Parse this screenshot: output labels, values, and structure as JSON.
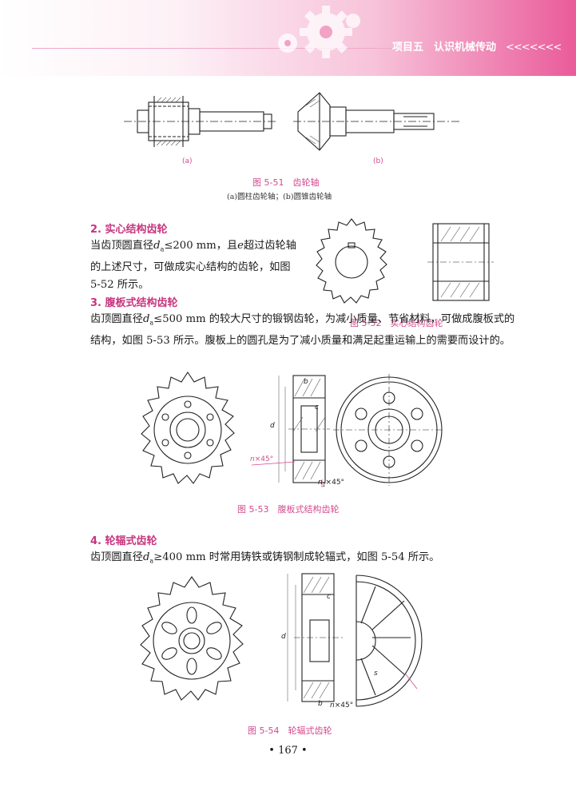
{
  "header": {
    "title": "项目五　认识机械传动",
    "chevrons": "<<<<<<<"
  },
  "fig51": {
    "label_a": "(a)",
    "label_b": "(b)",
    "caption": "图 5-51　齿轮轴",
    "subcaption": "(a)圆柱齿轮轴；(b)圆锥齿轮轴"
  },
  "sec2": {
    "heading": "2. 实心结构齿轮",
    "p1": "当齿顶圆直径",
    "var": "d",
    "sub": "a",
    "p2": "≤200 mm，且",
    "var_e": "e",
    "p3": "超过齿轮轴的上述尺寸，可做成实心结构的齿轮，如图 5-52 所示。"
  },
  "fig52": {
    "caption": "图 5-52　实心结构齿轮"
  },
  "sec3": {
    "heading": "3. 腹板式结构齿轮",
    "p1": "齿顶圆直径",
    "var": "d",
    "sub": "a",
    "p2": "≤500 mm 的较大尺寸的锻钢齿轮，为减小质量、节省材料，可做成腹板式的结构，如图 5-53 所示。腹板上的圆孔是为了减小质量和满足起重运输上的需要而设计的。"
  },
  "fig53": {
    "caption": "图 5-53　腹板式结构齿轮",
    "labels": {
      "chamfer1": "n",
      "chamfer1_rest": "×45°",
      "chamfer2": "n",
      "chamfer2_sub": "1",
      "chamfer2_rest": "×45°",
      "d": "d",
      "b": "b",
      "c": "c"
    }
  },
  "sec4": {
    "heading": "4. 轮辐式齿轮",
    "p1": "齿顶圆直径",
    "var": "d",
    "sub": "a",
    "p2": "≥400 mm 时常用铸铁或铸钢制成轮辐式，如图 5-54 所示。"
  },
  "fig54": {
    "caption": "图 5-54　轮辐式齿轮",
    "labels": {
      "b": "b",
      "n": "n",
      "n_rest": "×45°",
      "d": "d",
      "c": "c",
      "s": "s"
    }
  },
  "page": {
    "number": "• 167 •"
  }
}
